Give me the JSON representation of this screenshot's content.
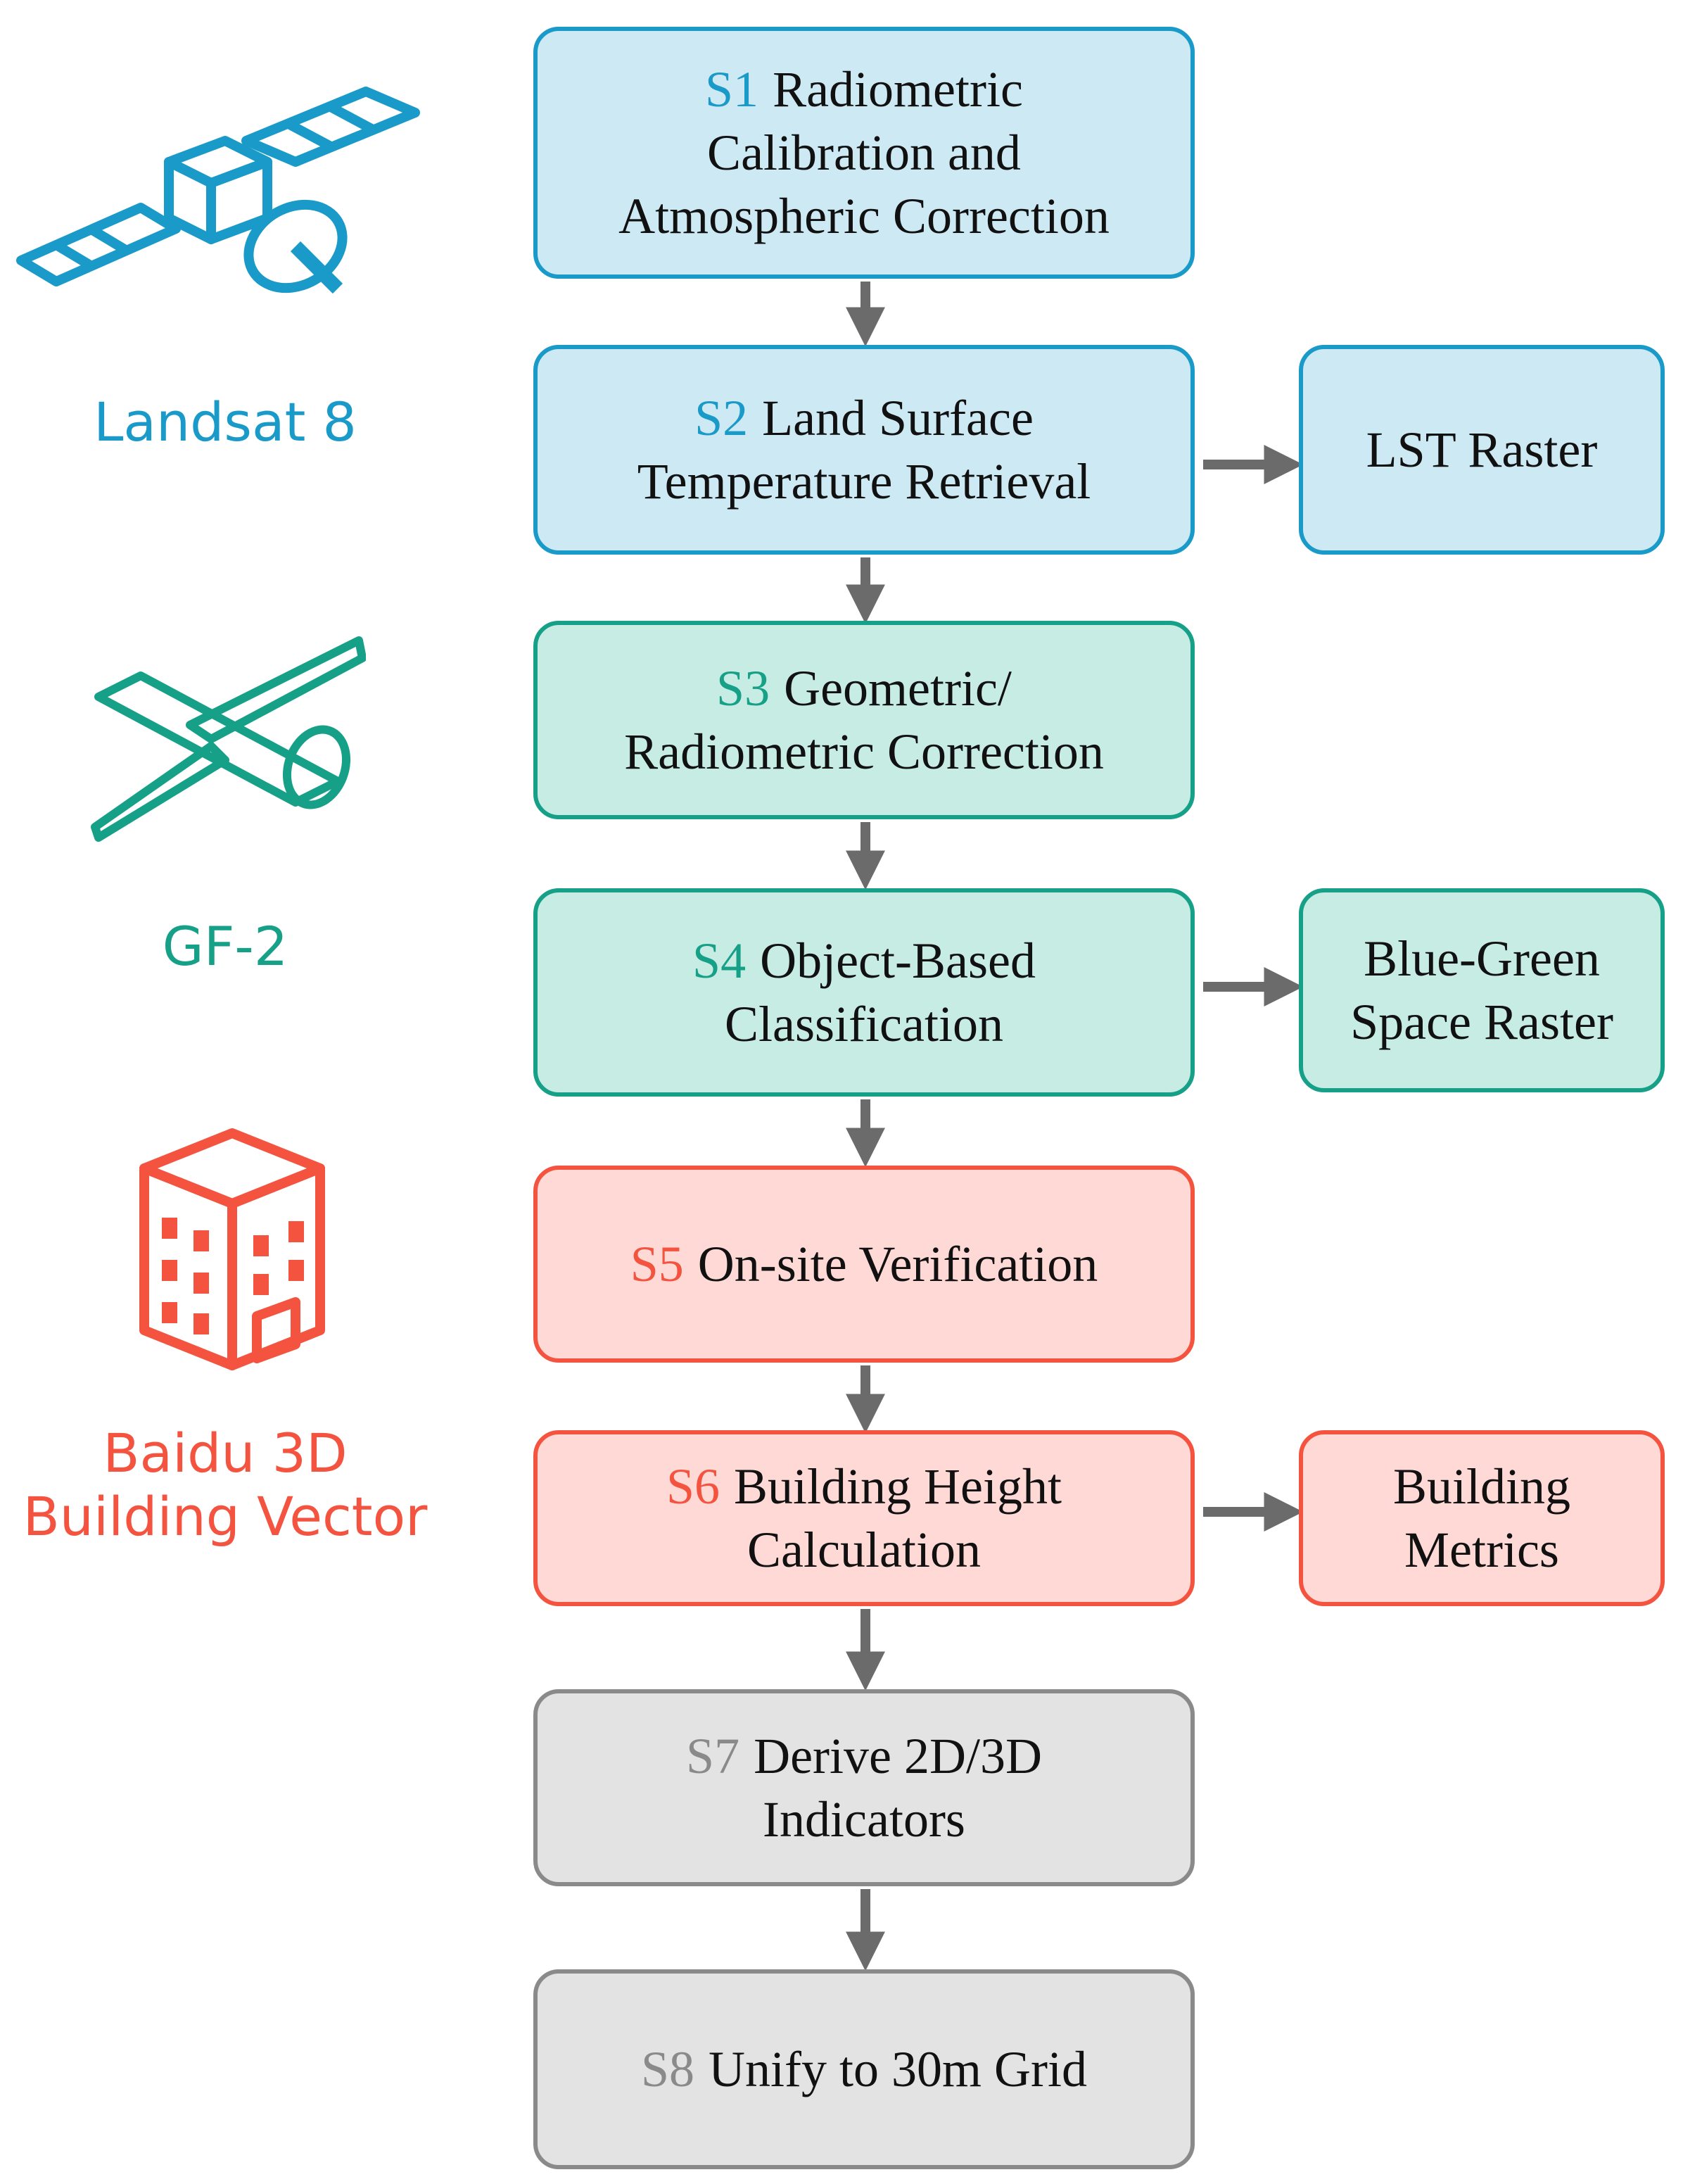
{
  "sources": [
    {
      "id": "landsat",
      "label": "Landsat 8",
      "color": "#1a9ac8",
      "icon": "satellite-icon"
    },
    {
      "id": "gf2",
      "label": "GF-2",
      "color": "#17a088",
      "icon": "satellite-outline-icon"
    },
    {
      "id": "baidu",
      "label_line1": "Baidu 3D",
      "label_line2": "Building Vector",
      "color": "#f4543f",
      "icon": "building-icon"
    }
  ],
  "steps": [
    {
      "num": "S1",
      "line1": "Radiometric",
      "line2": "Calibration and",
      "line3": "Atmospheric Correction"
    },
    {
      "num": "S2",
      "line1": "Land Surface",
      "line2": "Temperature Retrieval"
    },
    {
      "num": "S3",
      "line1": "Geometric/",
      "line2": "Radiometric Correction"
    },
    {
      "num": "S4",
      "line1": "Object-Based",
      "line2": "Classification"
    },
    {
      "num": "S5",
      "line1": "On-site Verification"
    },
    {
      "num": "S6",
      "line1": "Building Height",
      "line2": "Calculation"
    },
    {
      "num": "S7",
      "line1": "Derive 2D/3D",
      "line2": "Indicators"
    },
    {
      "num": "S8",
      "line1": "Unify to 30m Grid"
    }
  ],
  "outputs": [
    {
      "line1": "LST Raster"
    },
    {
      "line1": "Blue-Green",
      "line2": "Space Raster"
    },
    {
      "line1": "Building",
      "line2": "Metrics"
    }
  ],
  "colors": {
    "blue": "#1a9ac8",
    "green": "#17a088",
    "red": "#f4543f",
    "gray": "#8a8a8a",
    "arrow": "#6b6b6b"
  }
}
